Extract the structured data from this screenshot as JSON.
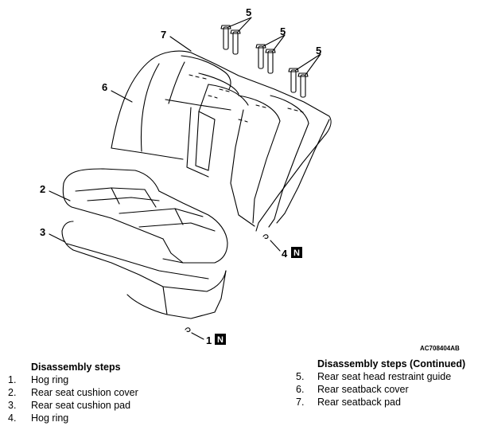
{
  "figure_id": "AC708404AB",
  "callouts": {
    "c1": "1",
    "c2": "2",
    "c3": "3",
    "c4": "4",
    "c5a": "5",
    "c5b": "5",
    "c5c": "5",
    "c6": "6",
    "c7": "7",
    "badge_a": "N",
    "badge_b": "N"
  },
  "left_list": {
    "heading": "Disassembly steps",
    "items": [
      {
        "num": "1.",
        "label": "Hog ring"
      },
      {
        "num": "2.",
        "label": "Rear seat cushion cover"
      },
      {
        "num": "3.",
        "label": "Rear seat cushion pad"
      },
      {
        "num": "4.",
        "label": "Hog ring"
      }
    ]
  },
  "right_list": {
    "heading": "Disassembly steps (Continued)",
    "items": [
      {
        "num": "5.",
        "label": "Rear seat head restraint guide"
      },
      {
        "num": "6.",
        "label": "Rear seatback cover"
      },
      {
        "num": "7.",
        "label": "Rear seatback pad"
      }
    ]
  }
}
